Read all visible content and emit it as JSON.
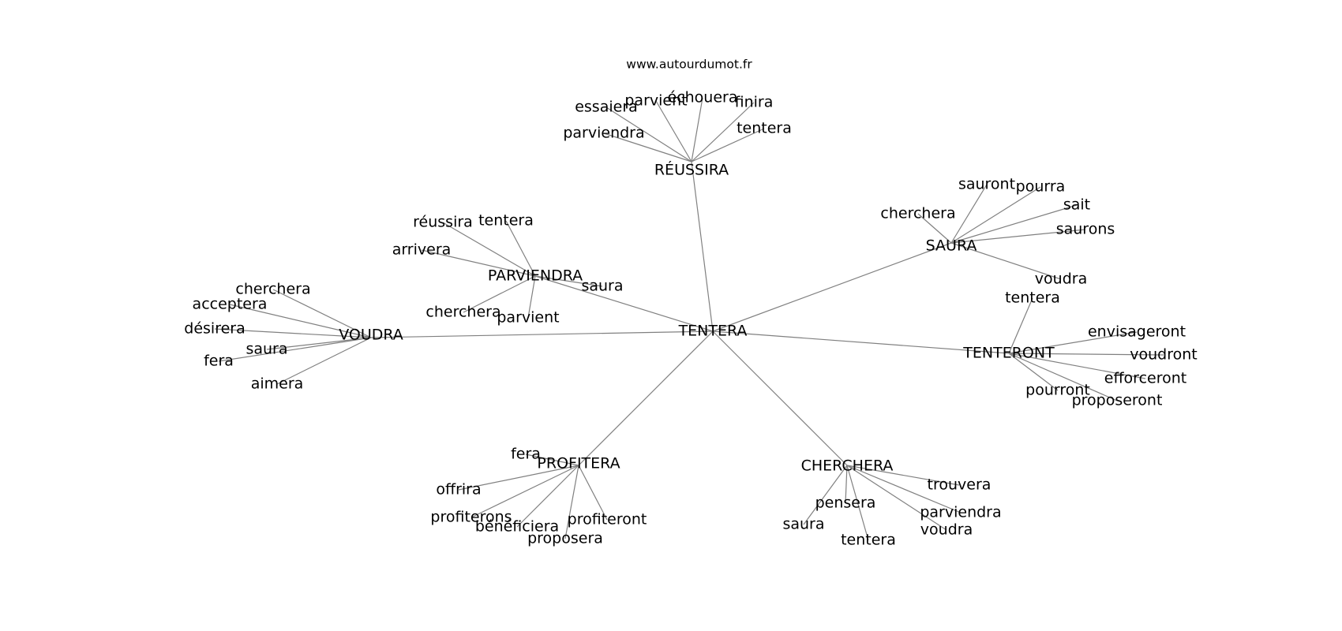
{
  "credit": "www.autourdumot.fr",
  "center": "TENTERA",
  "colors": {
    "edge": "#808080",
    "text": "#000000",
    "background": "#ffffff"
  },
  "clusters": [
    {
      "id": "reussira",
      "hub": "RÉUSSIRA",
      "leaves": [
        "essaiera",
        "parvient",
        "échouera",
        "finira",
        "parviendra",
        "tentera"
      ]
    },
    {
      "id": "saura",
      "hub": "SAURA",
      "leaves": [
        "sauront",
        "pourra",
        "cherchera",
        "sait",
        "saurons",
        "voudra"
      ]
    },
    {
      "id": "parviendra",
      "hub": "PARVIENDRA",
      "leaves": [
        "réussira",
        "tentera",
        "arrivera",
        "saura",
        "cherchera",
        "parvient"
      ]
    },
    {
      "id": "voudra",
      "hub": "VOUDRA",
      "leaves": [
        "cherchera",
        "acceptera",
        "désirera",
        "saura",
        "fera",
        "aimera"
      ]
    },
    {
      "id": "tenteront",
      "hub": "TENTERONT",
      "leaves": [
        "tentera",
        "envisageront",
        "voudront",
        "efforceront",
        "pourront",
        "proposeront"
      ]
    },
    {
      "id": "profitera",
      "hub": "PROFITERA",
      "leaves": [
        "fera",
        "offrira",
        "profiterons",
        "bénéficiera",
        "profiteront",
        "proposera"
      ]
    },
    {
      "id": "cherchera",
      "hub": "CHERCHERA",
      "leaves": [
        "trouvera",
        "pensera",
        "parviendra",
        "saura",
        "voudra",
        "tentera"
      ]
    }
  ]
}
